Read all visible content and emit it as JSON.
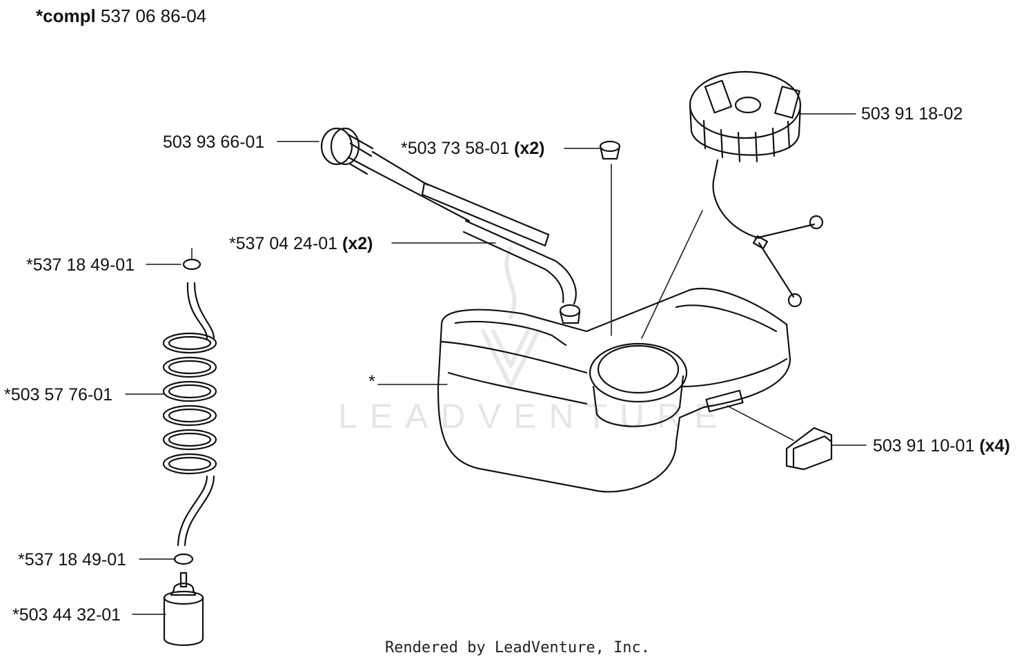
{
  "header": {
    "prefix": "*compl",
    "number": "537 06 86-04"
  },
  "parts": [
    {
      "id": "cap",
      "number": "503 91 18-02",
      "qty": ""
    },
    {
      "id": "pickup",
      "number": "503 93 66-01",
      "qty": ""
    },
    {
      "id": "grommet",
      "number": "*503 73 58-01",
      "qty": "(x2)"
    },
    {
      "id": "fuel-hose",
      "number": "*537 04 24-01",
      "qty": "(x2)"
    },
    {
      "id": "oring-top",
      "number": "*537 18 49-01",
      "qty": ""
    },
    {
      "id": "coil-hose",
      "number": "*503 57 76-01",
      "qty": ""
    },
    {
      "id": "tank",
      "number": "*",
      "qty": ""
    },
    {
      "id": "damper",
      "number": "503 91 10-01",
      "qty": "(x4)"
    },
    {
      "id": "oring-bottom",
      "number": "*537 18 49-01",
      "qty": ""
    },
    {
      "id": "filter",
      "number": "*503 44 32-01",
      "qty": ""
    }
  ],
  "watermark": "LEADVENTURE",
  "footer": "Rendered by LeadVenture, Inc."
}
